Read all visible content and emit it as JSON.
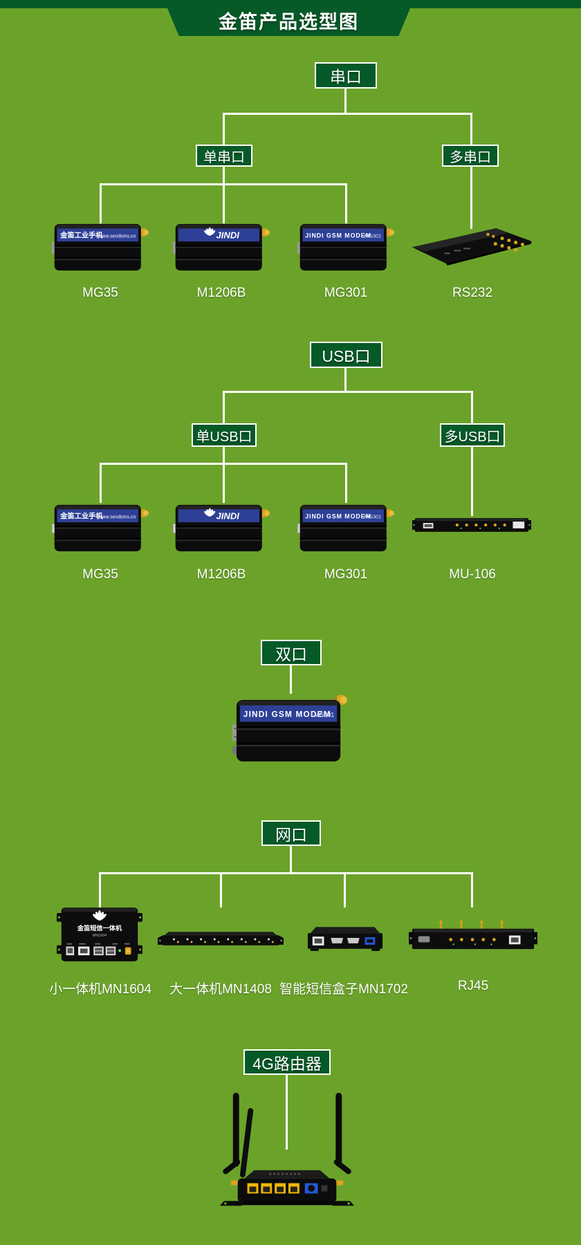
{
  "header": {
    "title": "金笛产品选型图"
  },
  "palette": {
    "background": "#6ba32a",
    "panel_green": "#065a28",
    "line_color": "#ffffff",
    "modem_strip_blue": "#2e4096",
    "antenna_gold": "#d9a41e",
    "port_yellow": "#f2b705",
    "port_blue": "#2257d6"
  },
  "sections": {
    "serial": {
      "root": "串口",
      "left_branch": "单串口",
      "right_branch": "多串口",
      "captions": [
        "MG35",
        "M1206B",
        "MG301",
        "RS232"
      ]
    },
    "usb": {
      "root": "USB口",
      "left_branch": "单USB口",
      "right_branch": "多USB口",
      "captions": [
        "MG35",
        "M1206B",
        "MG301",
        "MU-106"
      ]
    },
    "dual": {
      "root": "双口"
    },
    "lan": {
      "root": "网口",
      "captions": [
        "小一体机MN1604",
        "大一体机MN1408",
        "智能短信盒子MN1702",
        "RJ45"
      ]
    },
    "router": {
      "root": "4G路由器"
    }
  },
  "device_text": {
    "mg35_strip": "金笛工业手机",
    "mg35_url": "www.sendsms.cn",
    "jindi_brand": "JINDI",
    "mg301_strip": "JINDI GSM MODEM",
    "mg301_badge": "MG301",
    "mn1604_title": "金笛短信一体机",
    "mn1604_model": "MN1604"
  }
}
